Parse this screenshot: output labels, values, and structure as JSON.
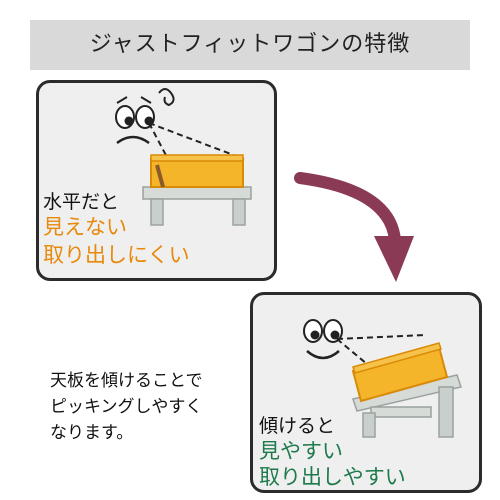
{
  "title": "ジャストフィットワゴンの特徴",
  "top_panel": {
    "caption": "水平だと",
    "line1": "見えない",
    "line2": "取り出しにくい"
  },
  "bottom_panel": {
    "caption": "傾けると",
    "line1": "見やすい",
    "line2": "取り出しやすい"
  },
  "description": {
    "line1": "天板を傾けることで",
    "line2": "ピッキングしやすく",
    "line3": "なります。"
  },
  "colors": {
    "orange": "#e8890b",
    "green": "#1e7a4c",
    "arrow": "#8b3a55",
    "tray": "#f5b52a"
  }
}
